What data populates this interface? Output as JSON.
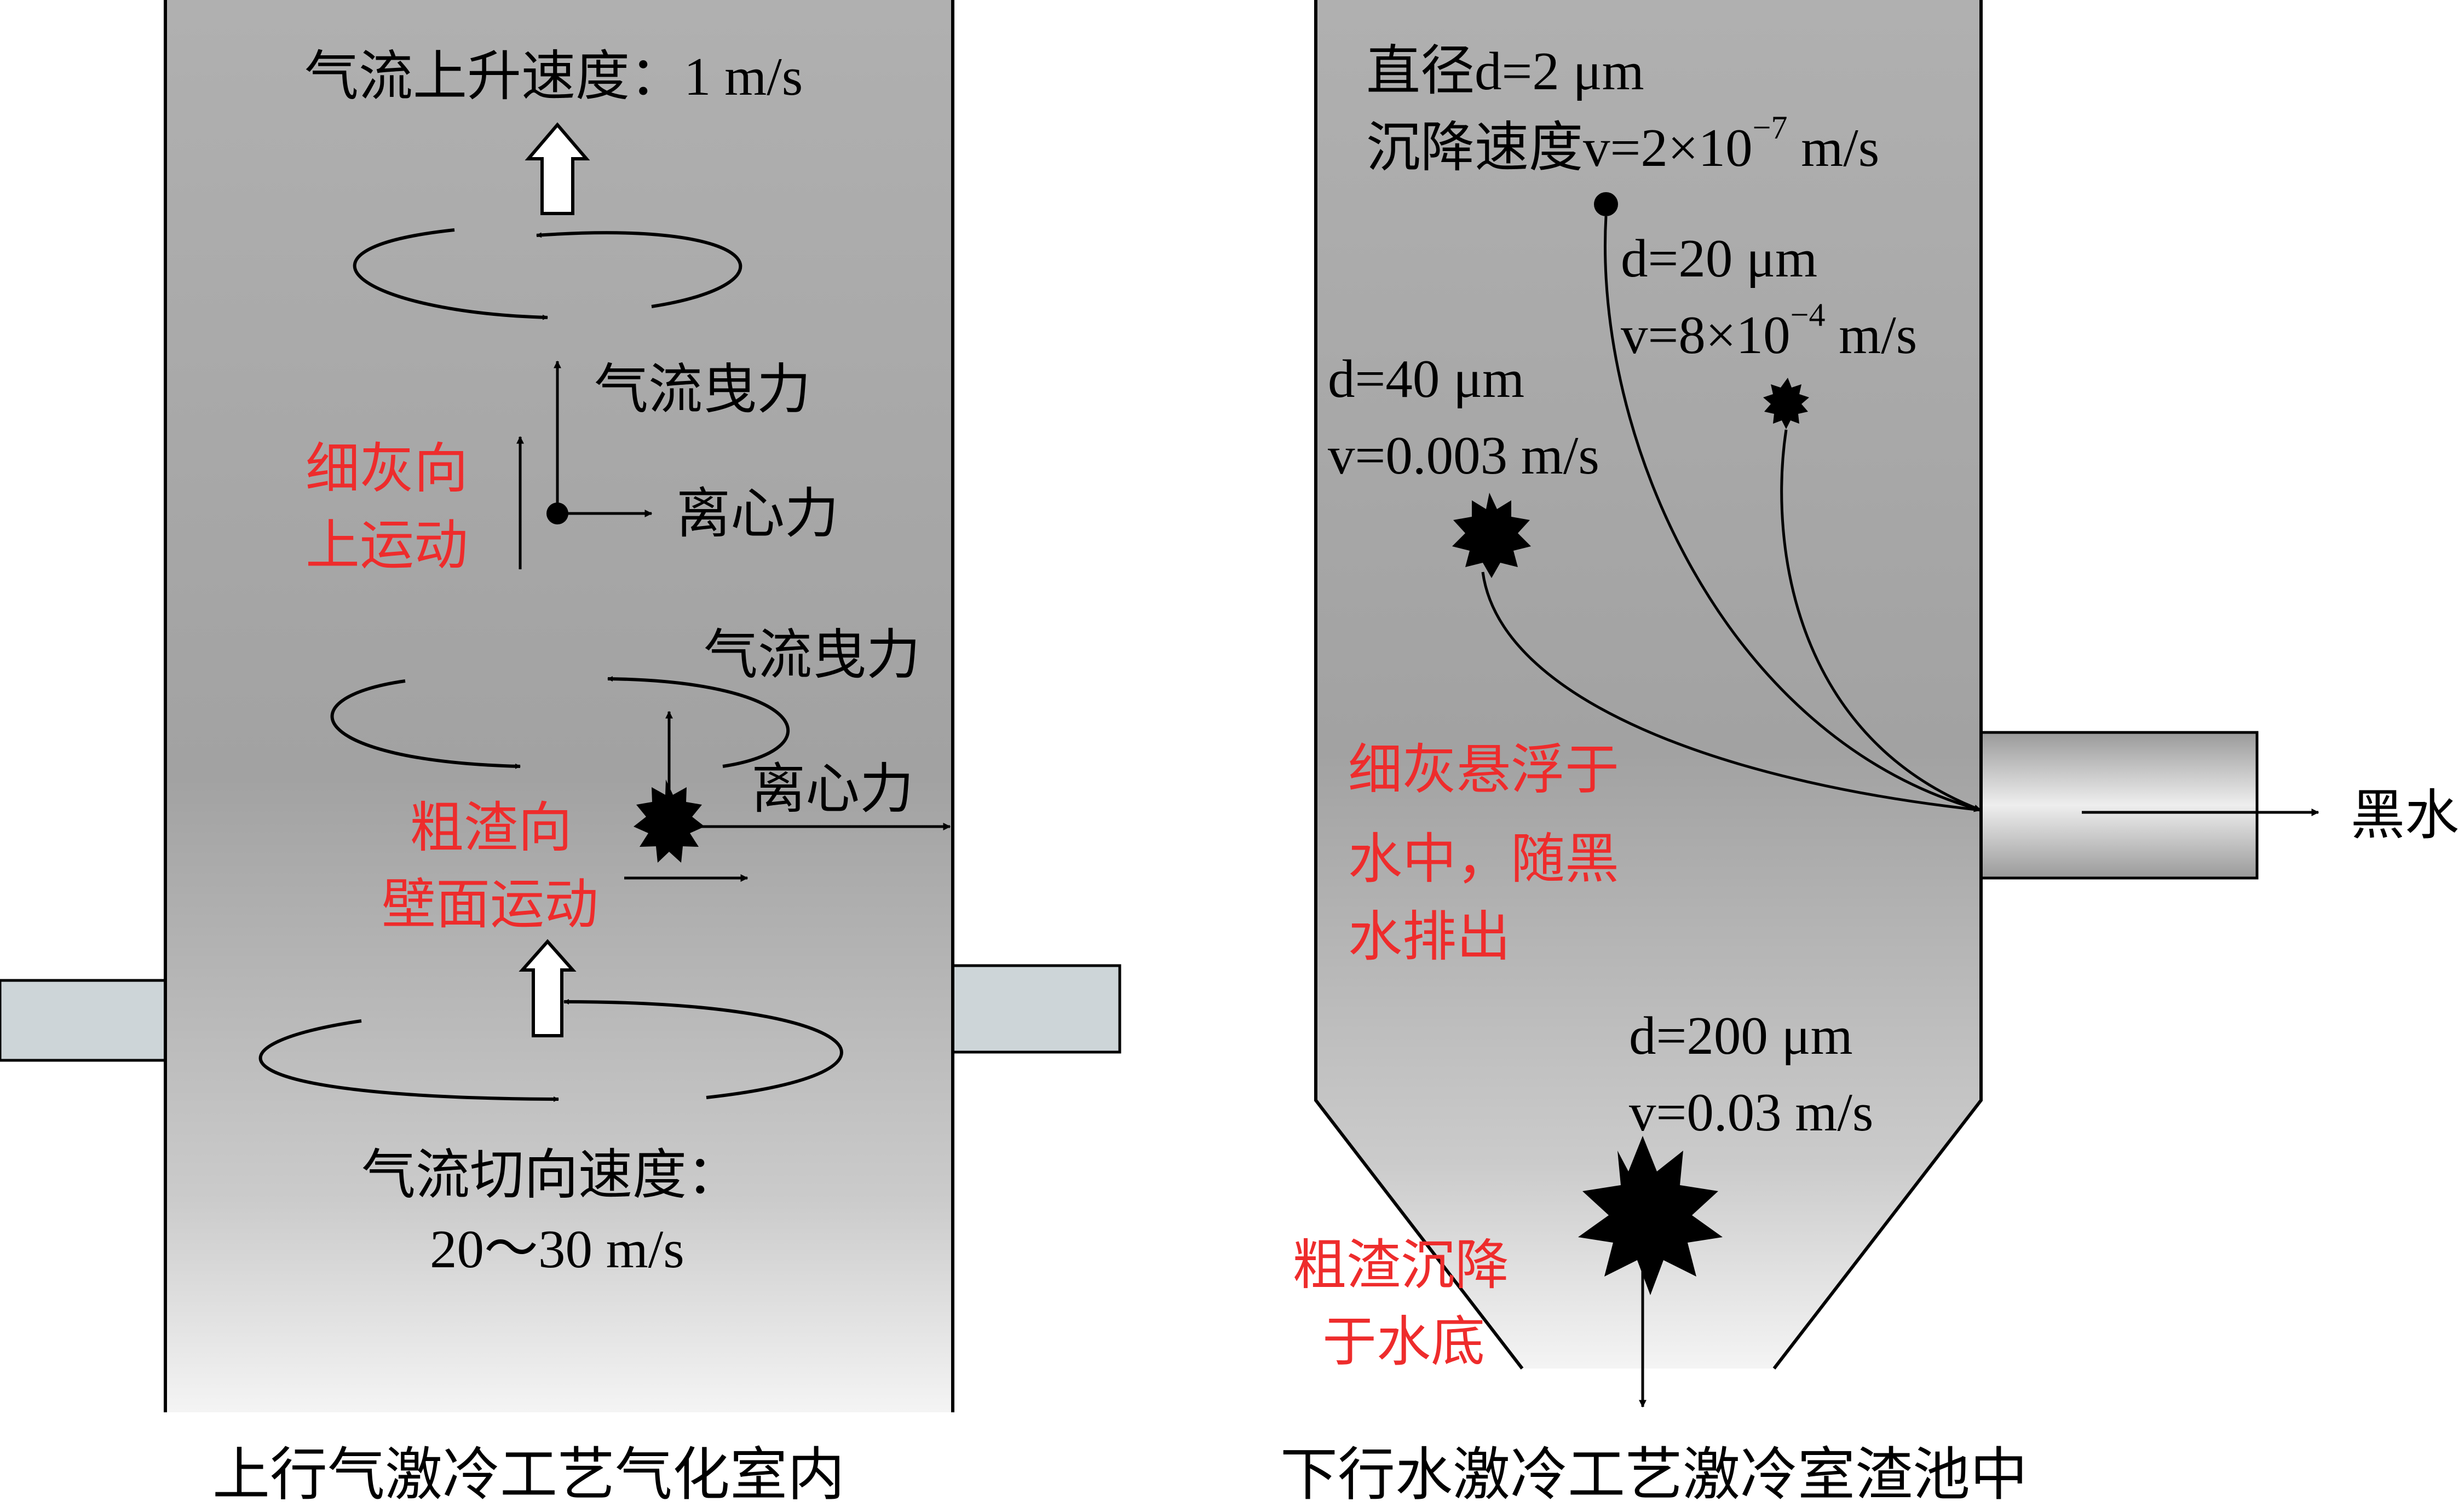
{
  "left_panel": {
    "rise_speed_label": "气流上升速度：1 m/s",
    "drag_force_top": "气流曳力",
    "centrifugal_top": "离心力",
    "fine_ash_line1": "细灰向",
    "fine_ash_line2": "上运动",
    "drag_force_mid": "气流曳力",
    "centrifugal_mid": "离心力",
    "coarse_slag_line1": "粗渣向",
    "coarse_slag_line2": "壁面运动",
    "tangential_line1": "气流切向速度：",
    "tangential_line2": "20～30 m/s",
    "caption": "上行气激冷工艺气化室内"
  },
  "right_panel": {
    "p2_diameter": "直径d=2 μm",
    "p2_velocity": "沉降速度v=2×10",
    "p2_exponent": "−7",
    "p2_unit": " m/s",
    "p20_diameter": "d=20 μm",
    "p20_velocity": "v=8×10",
    "p20_exponent": "−4",
    "p20_unit": " m/s",
    "p40_diameter": "d=40 μm",
    "p40_velocity": "v=0.003 m/s",
    "fine_ash_line1": "细灰悬浮于",
    "fine_ash_line2": "水中，随黑",
    "fine_ash_line3": "水排出",
    "p200_diameter": "d=200 μm",
    "p200_velocity": "v=0.03 m/s",
    "coarse_slag_line1": "粗渣沉降",
    "coarse_slag_line2": "于水底",
    "black_water": "黑水",
    "caption": "下行水激冷工艺激冷室渣池中"
  },
  "colors": {
    "chamber_gray": "#a6a6a6",
    "chamber_light": "#f4f4f4",
    "pipe_fill": "#cdd5d8",
    "red_text": "#ee2c2c"
  }
}
